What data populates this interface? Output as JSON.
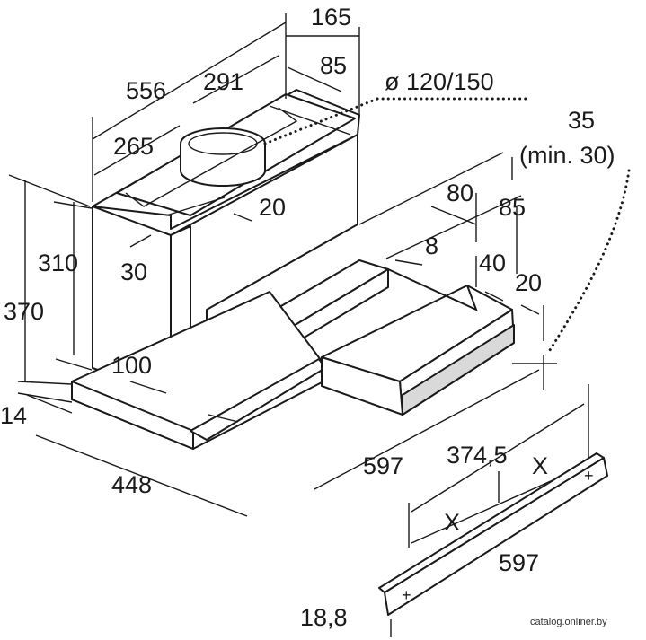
{
  "diagram": {
    "dimensions": {
      "d165": "165",
      "d556": "556",
      "d291": "291",
      "d85top": "85",
      "d_duct": "ø 120/150",
      "d35": "35",
      "d_min30": "(min. 30)",
      "d265": "265",
      "d20a": "20",
      "d80": "80",
      "d85b": "85",
      "d8": "8",
      "d40": "40",
      "d20b": "20",
      "d310": "310",
      "d30": "30",
      "d370": "370",
      "d100": "100",
      "d14": "14",
      "d597a": "597",
      "d448": "448",
      "d374": "374,5",
      "dX1": "X",
      "dX2": "X",
      "d597b": "597",
      "d188": "18,8"
    },
    "watermark": "catalog.onliner.by"
  }
}
